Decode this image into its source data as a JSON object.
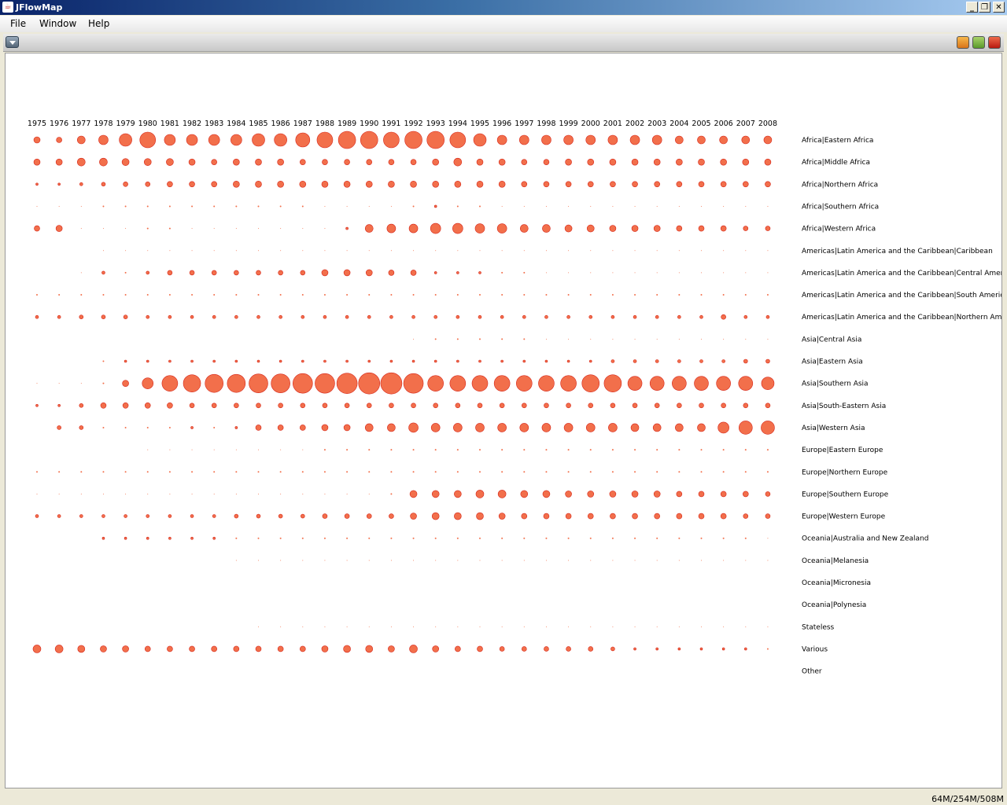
{
  "window": {
    "title": "JFlowMap",
    "minimize": "_",
    "restore": "❐",
    "close": "✕"
  },
  "menu": {
    "file": "File",
    "window": "Window",
    "help": "Help"
  },
  "status": {
    "memory": "64M/254M/508M"
  },
  "colors": {
    "dot": "#f26f4b",
    "dot_dark": "#d6271a"
  },
  "chart_data": {
    "type": "scatter",
    "years": [
      "1975",
      "1976",
      "1977",
      "1978",
      "1979",
      "1980",
      "1981",
      "1982",
      "1983",
      "1984",
      "1985",
      "1986",
      "1987",
      "1988",
      "1989",
      "1990",
      "1991",
      "1992",
      "1993",
      "1994",
      "1995",
      "1996",
      "1997",
      "1998",
      "1999",
      "2000",
      "2001",
      "2002",
      "2003",
      "2004",
      "2005",
      "2006",
      "2007",
      "2008"
    ],
    "regions": [
      {
        "name": "Africa|Eastern Africa",
        "values": [
          4,
          3.5,
          5,
          6,
          8,
          10,
          7,
          7,
          7,
          7,
          8,
          8,
          9,
          10,
          11,
          11,
          10,
          11,
          11,
          10,
          8,
          6,
          6,
          6,
          6,
          6,
          6,
          6,
          6,
          5,
          5,
          5,
          5,
          5
        ]
      },
      {
        "name": "Africa|Middle Africa",
        "values": [
          4,
          4,
          5,
          5,
          4.5,
          4.5,
          4.5,
          4,
          3.5,
          4,
          4,
          4,
          3.5,
          3.5,
          3.5,
          3.5,
          3.5,
          3.5,
          4,
          5,
          4,
          4,
          3.5,
          3.5,
          4,
          4,
          4,
          4,
          4,
          4,
          4,
          4,
          4,
          4
        ]
      },
      {
        "name": "Africa|Northern Africa",
        "values": [
          1.5,
          1.5,
          2,
          2.5,
          3,
          3,
          3.5,
          3.5,
          3.5,
          4,
          4,
          4,
          4,
          4,
          4,
          4,
          4,
          4,
          4,
          4,
          4,
          4,
          3.5,
          3.5,
          3.5,
          3.5,
          3.5,
          3.5,
          3.5,
          3.5,
          3.5,
          3.5,
          3.5,
          3.5
        ]
      },
      {
        "name": "Africa|Southern Africa",
        "values": [
          0.5,
          0.5,
          0.5,
          1,
          1,
          1,
          1,
          1,
          1,
          1,
          1,
          1,
          1,
          0.5,
          0.5,
          0.5,
          0.5,
          1,
          1.5,
          1,
          1,
          0.5,
          0.5,
          0.5,
          0.5,
          0.5,
          0.5,
          0.5,
          0.5,
          0.5,
          0.5,
          0.5,
          0.5,
          0.5
        ]
      },
      {
        "name": "Africa|Western Africa",
        "values": [
          3.5,
          4,
          0.5,
          0.5,
          0.5,
          1,
          1,
          0.5,
          0.5,
          0.5,
          0.5,
          0.5,
          0.5,
          0.5,
          1.5,
          5,
          5.5,
          5.5,
          6.5,
          6.5,
          6,
          6,
          5,
          5,
          4.5,
          4.5,
          4,
          4,
          4,
          3.5,
          3.5,
          3.5,
          3,
          3
        ]
      },
      {
        "name": "Americas|Latin America and the Caribbean|Caribbean",
        "values": [
          0,
          0,
          0,
          0.5,
          0.5,
          0.5,
          0.5,
          0.5,
          0.5,
          0.5,
          0.5,
          0.5,
          0.5,
          0.5,
          0.5,
          0.5,
          0.5,
          0.5,
          0.5,
          0.5,
          0.5,
          0.5,
          0.5,
          0.5,
          0.5,
          0.5,
          0.5,
          0.5,
          0.5,
          0.5,
          0.5,
          0.5,
          0.5,
          0.5
        ]
      },
      {
        "name": "Americas|Latin America and the Caribbean|Central America",
        "values": [
          0,
          0,
          0.5,
          2,
          1,
          2,
          3,
          3,
          3,
          3,
          3,
          3,
          3,
          4,
          4,
          4,
          3.5,
          3.5,
          1.5,
          1.5,
          1.5,
          1,
          1,
          0.5,
          0.5,
          0.5,
          0.5,
          0.5,
          0.5,
          0.5,
          0.5,
          0.5,
          0.5,
          0.5
        ]
      },
      {
        "name": "Americas|Latin America and the Caribbean|South America",
        "values": [
          1,
          1,
          1,
          1,
          1,
          1,
          1,
          1,
          1,
          1,
          1,
          1,
          1,
          1,
          1,
          1,
          1,
          1,
          1,
          1,
          1,
          1,
          1,
          1,
          1,
          1,
          1,
          1,
          1,
          1,
          1,
          1,
          1,
          1
        ]
      },
      {
        "name": "Americas|Latin America and the Caribbean|Northern America",
        "values": [
          2,
          2,
          2.5,
          2.5,
          2.5,
          2,
          2,
          2,
          2,
          2,
          2,
          2,
          2,
          2,
          2,
          2,
          2,
          2,
          2,
          2,
          2,
          2,
          2,
          2,
          2,
          2,
          2,
          2,
          2,
          2,
          2,
          3,
          2,
          2
        ]
      },
      {
        "name": "Asia|Central Asia",
        "values": [
          0,
          0,
          0,
          0,
          0,
          0,
          0,
          0,
          0,
          0,
          0,
          0,
          0,
          0,
          0,
          0,
          0,
          0.5,
          1,
          1,
          1,
          1,
          1,
          0.5,
          0.5,
          0.5,
          0.5,
          0.5,
          0.5,
          0.5,
          0.5,
          0.5,
          0.5,
          0.5
        ]
      },
      {
        "name": "Asia|Eastern Asia",
        "values": [
          0,
          0,
          0,
          1,
          1.5,
          1.5,
          1.5,
          1.5,
          1.5,
          1.5,
          1.5,
          1.5,
          1.5,
          1.5,
          1.5,
          1.5,
          1.5,
          1.5,
          1.5,
          1.5,
          1.5,
          1.5,
          1.5,
          1.5,
          1.5,
          1.5,
          2,
          2,
          2,
          2,
          2,
          2,
          2.5,
          2.5
        ]
      },
      {
        "name": "Asia|Southern Asia",
        "values": [
          0.5,
          0.5,
          0.5,
          1,
          4,
          7,
          10,
          11,
          11.5,
          11.5,
          12,
          12,
          12.5,
          12.5,
          13,
          13.5,
          13.5,
          12.5,
          10,
          10,
          10,
          10,
          10,
          10,
          10,
          11,
          11,
          9,
          9,
          9,
          9,
          9,
          9,
          8
        ]
      },
      {
        "name": "Asia|South-Eastern Asia",
        "values": [
          1.5,
          1.5,
          2.5,
          3.5,
          3.5,
          3.5,
          3.5,
          3,
          3,
          3,
          3,
          3,
          3,
          3,
          3,
          3,
          3,
          3,
          3,
          3,
          3,
          3,
          3,
          3,
          3,
          3,
          3,
          3,
          3,
          3,
          3,
          3,
          3,
          3
        ]
      },
      {
        "name": "Asia|Western Asia",
        "values": [
          0,
          2.5,
          2.5,
          1,
          1,
          1,
          1,
          1.5,
          1,
          1.5,
          3.5,
          3.5,
          3.5,
          4,
          4,
          5,
          5,
          6,
          5.5,
          5.5,
          5.5,
          5.5,
          5.5,
          5.5,
          5.5,
          5.5,
          5.5,
          5,
          5,
          5,
          5,
          7,
          8.5,
          8.5
        ]
      },
      {
        "name": "Europe|Eastern Europe",
        "values": [
          0,
          0,
          0,
          0,
          0,
          0.5,
          0.5,
          0.5,
          0.5,
          0.5,
          0.5,
          0.5,
          0.5,
          1,
          1,
          1,
          1,
          1,
          1,
          1,
          1,
          1,
          1,
          1,
          1,
          1,
          1,
          1,
          1,
          1,
          1,
          1,
          1,
          1
        ]
      },
      {
        "name": "Europe|Northern Europe",
        "values": [
          1,
          1,
          1,
          1,
          1,
          1,
          1,
          1,
          1,
          1,
          1,
          1,
          1,
          1,
          1,
          1,
          1,
          1,
          1,
          1,
          1,
          1,
          1,
          1,
          1,
          1,
          1,
          1,
          1,
          1,
          1,
          1,
          1,
          1
        ]
      },
      {
        "name": "Europe|Southern Europe",
        "values": [
          0.5,
          0.5,
          0.5,
          0.5,
          0.5,
          0.5,
          0.5,
          0.5,
          0.5,
          0.5,
          0.5,
          0.5,
          0.5,
          0.5,
          0.5,
          0.5,
          1,
          4.5,
          4.5,
          4.5,
          5,
          5,
          4.5,
          4.5,
          4,
          4,
          4,
          4,
          4,
          3.5,
          3.5,
          3.5,
          3.5,
          3
        ]
      },
      {
        "name": "Europe|Western Europe",
        "values": [
          2,
          2,
          2,
          2,
          2,
          2,
          2,
          2,
          2,
          2.5,
          2.5,
          2.5,
          2.5,
          3,
          3,
          3,
          3,
          4,
          4.5,
          4.5,
          4.5,
          4,
          3.5,
          3.5,
          3.5,
          3.5,
          3.5,
          3.5,
          3.5,
          3.5,
          3.5,
          3.5,
          3,
          3
        ]
      },
      {
        "name": "Oceania|Australia and New Zealand",
        "values": [
          0,
          0,
          0,
          1.5,
          1.5,
          1.5,
          1.5,
          1.5,
          1.5,
          1,
          1,
          1,
          1,
          1,
          1,
          1,
          1,
          1,
          1,
          1,
          1,
          1,
          1,
          1,
          1,
          1,
          1,
          1,
          1,
          1,
          1,
          1,
          1,
          0.5
        ]
      },
      {
        "name": "Oceania|Melanesia",
        "values": [
          0,
          0,
          0,
          0,
          0,
          0,
          0,
          0,
          0,
          0.5,
          0.5,
          0.5,
          0.5,
          0.5,
          0.5,
          0.5,
          0.5,
          0.5,
          0.5,
          0.5,
          0.5,
          0.5,
          0.5,
          0.5,
          0.5,
          0.5,
          0.5,
          0.5,
          0.5,
          0.5,
          0.5,
          0.5,
          0.5,
          0.5
        ]
      },
      {
        "name": "Oceania|Micronesia",
        "values": [
          0,
          0,
          0,
          0,
          0,
          0,
          0,
          0,
          0,
          0,
          0,
          0,
          0,
          0,
          0,
          0,
          0,
          0,
          0,
          0,
          0,
          0,
          0,
          0,
          0,
          0,
          0,
          0,
          0,
          0,
          0,
          0,
          0,
          0
        ]
      },
      {
        "name": "Oceania|Polynesia",
        "values": [
          0,
          0,
          0,
          0,
          0,
          0,
          0,
          0,
          0,
          0,
          0,
          0,
          0,
          0,
          0,
          0,
          0,
          0,
          0,
          0,
          0,
          0,
          0,
          0,
          0,
          0,
          0,
          0,
          0,
          0,
          0,
          0,
          0,
          0
        ]
      },
      {
        "name": "Stateless",
        "values": [
          0,
          0,
          0,
          0,
          0,
          0,
          0,
          0,
          0,
          0,
          0.5,
          0.5,
          0.5,
          0.5,
          0.5,
          0.5,
          0.5,
          0.5,
          0.5,
          0.5,
          0.5,
          0.5,
          0.5,
          0.5,
          0.5,
          0.5,
          0.5,
          0.5,
          0.5,
          0.5,
          0.5,
          0.5,
          0.5,
          0.5
        ]
      },
      {
        "name": "Various",
        "values": [
          5,
          5,
          4.5,
          4,
          4,
          3.5,
          3.5,
          3.5,
          3.5,
          3.5,
          3.5,
          3.5,
          3.5,
          4,
          4.5,
          4.5,
          4,
          5,
          4,
          3.5,
          3.5,
          3,
          3,
          3,
          3,
          3,
          2.5,
          1.5,
          1.5,
          1.5,
          1.5,
          1.5,
          1.5,
          1
        ]
      },
      {
        "name": "Other",
        "values": [
          0,
          0,
          0,
          0,
          0,
          0,
          0,
          0,
          0,
          0,
          0,
          0,
          0,
          0,
          0,
          0,
          0,
          0,
          0,
          0,
          0,
          0,
          0,
          0,
          0,
          0,
          0,
          0,
          0,
          0,
          0,
          0,
          0,
          0
        ]
      }
    ]
  }
}
